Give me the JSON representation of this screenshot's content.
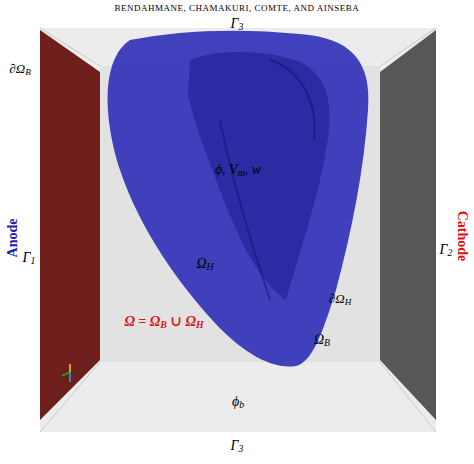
{
  "diagram": {
    "labels": [
      "BENDAHMANE, CHAMAKURI, COMTE, AND AINSEBA",
      "Γ3",
      "∂ΩB",
      "Γ1",
      "Anode",
      "ϕ, Vm, w",
      "ΩH",
      "∂ΩH",
      "Ω = ΩB ∪ ΩH",
      "ΩB",
      "Γ2",
      "Cathode",
      "ϕb",
      "Γ3"
    ]
  }
}
